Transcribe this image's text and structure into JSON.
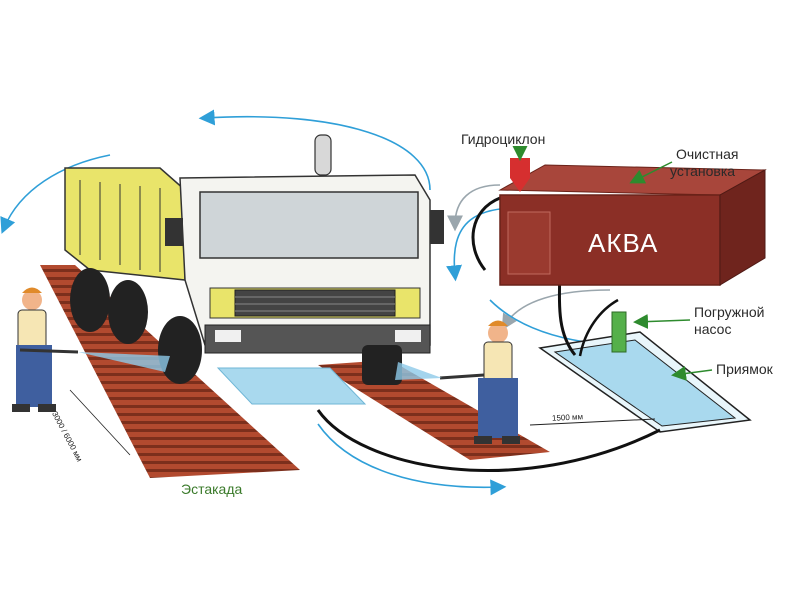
{
  "labels": {
    "hydrocyclone": "Гидроциклон",
    "treatment_plant": "Очистная\nустановка",
    "treatment_plant_line1": "Очистная",
    "treatment_plant_line2": "установка",
    "pump_line1": "Погружной",
    "pump_line2": "насос",
    "sump": "Приямок",
    "overpass": "Эстакада",
    "unit_name": "АКВА",
    "dim_length": "3000 / 6000 мм",
    "dim_width": "1500 мм"
  },
  "colors": {
    "flow_arrow": "#2f9fd8",
    "return_arrow": "#9aa6ad",
    "label_arrow": "#2e8b2e",
    "box_front": "#8b2f26",
    "box_top": "#a8463b",
    "ramp": "#b24a2f",
    "truck_body": "#e9e46a",
    "water": "#a9d9ee",
    "pump": "#55b04a",
    "cyclone": "#d62f2f"
  }
}
